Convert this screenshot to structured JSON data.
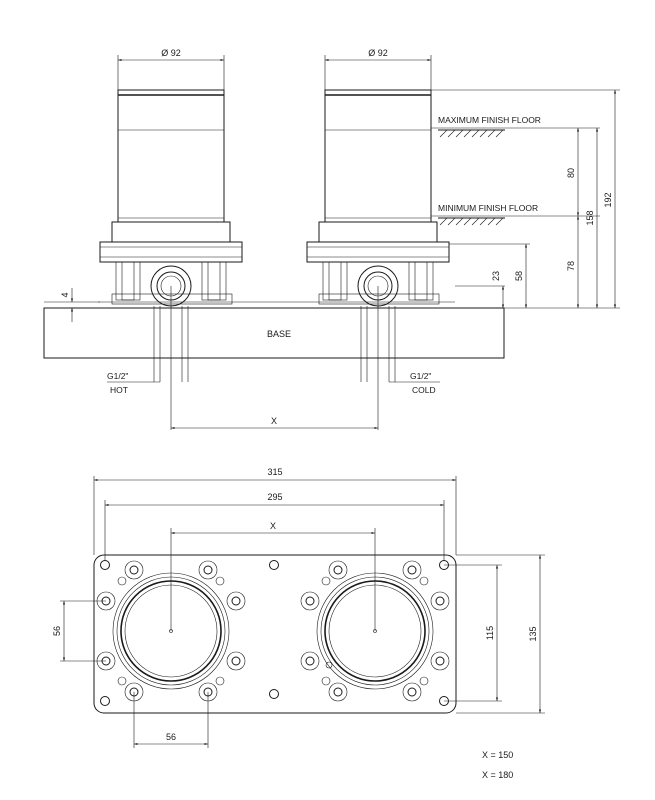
{
  "elevation": {
    "diameter_left": "Ø 92",
    "diameter_right": "Ø 92",
    "max_floor_label": "MAXIMUM FINISH FLOOR",
    "min_floor_label": "MINIMUM FINISH FLOOR",
    "base_label": "BASE",
    "hot_thread": "G1/2\"",
    "hot_label": "HOT",
    "cold_thread": "G1/2\"",
    "cold_label": "COLD",
    "spacing_label": "X",
    "dim_4": "4",
    "dim_23": "23",
    "dim_58": "58",
    "dim_78": "78",
    "dim_80": "80",
    "dim_158": "158",
    "dim_192": "192"
  },
  "plan": {
    "dim_315": "315",
    "dim_295": "295",
    "spacing_label": "X",
    "dim_56_vertical": "56",
    "dim_56_horizontal": "56",
    "dim_115": "115",
    "dim_135": "135"
  },
  "notes": [
    "X = 150",
    "X = 180"
  ],
  "colors": {
    "line": "#1a1a1a",
    "background": "#ffffff"
  }
}
